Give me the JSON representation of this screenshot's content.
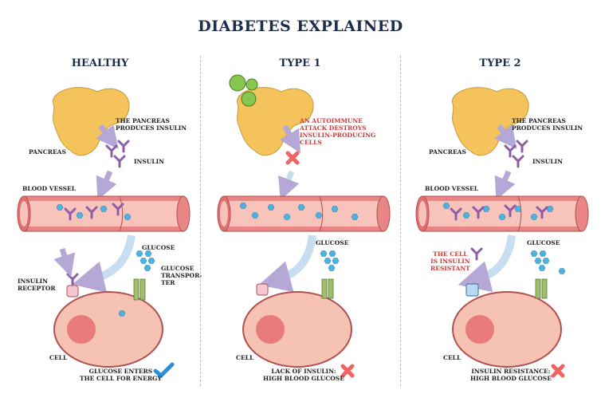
{
  "title": "DIABETES EXPLAINED",
  "panels": [
    {
      "heading": "HEALTHY",
      "pancreas_label": "PANCREAS",
      "produces_label": "THE PANCREAS\nPRODUCES INSULIN",
      "insulin_label": "INSULIN",
      "vessel_label": "BLOOD VESSEL",
      "glucose_label": "GLUCOSE",
      "transporter_label": "GLUCOSE\nTRANSPOR-\nTER",
      "receptor_label": "INSULIN\nRECEPTOR",
      "cell_label": "CELL",
      "caption": "GLUCOSE ENTERS\nTHE CELL FOR ENERGY"
    },
    {
      "heading": "TYPE 1",
      "attack_label": "AN AUTOIMMUNE\nATTACK DESTROYS\nINSULIN-PRODUCING\nCELLS",
      "glucose_label": "GLUCOSE",
      "cell_label": "CELL",
      "caption": "LACK OF INSULIN:\nHIGH BLOOD GLUCOSE"
    },
    {
      "heading": "TYPE 2",
      "pancreas_label": "PANCREAS",
      "produces_label": "THE PANCREAS\nPRODUCES INSULIN",
      "insulin_label": "INSULIN",
      "vessel_label": "BLOOD VESSEL",
      "glucose_label": "GLUCOSE",
      "resistant_label": "THE CELL\nIS INSULIN\nRESISTANT",
      "cell_label": "CELL",
      "caption": "INSULIN RESISTANCE:\nHIGH BLOOD GLUCOSE"
    }
  ],
  "colors": {
    "pancreas": "#f5c35c",
    "vessel": "#e98585",
    "cell": "#f5c2b3",
    "nucleus": "#e97b7b",
    "insulin": "#8d5da8",
    "glucose": "#4fb3df",
    "arrow": "#b5a8d6",
    "check": "#2a8fdc",
    "cross": "#f06464"
  }
}
